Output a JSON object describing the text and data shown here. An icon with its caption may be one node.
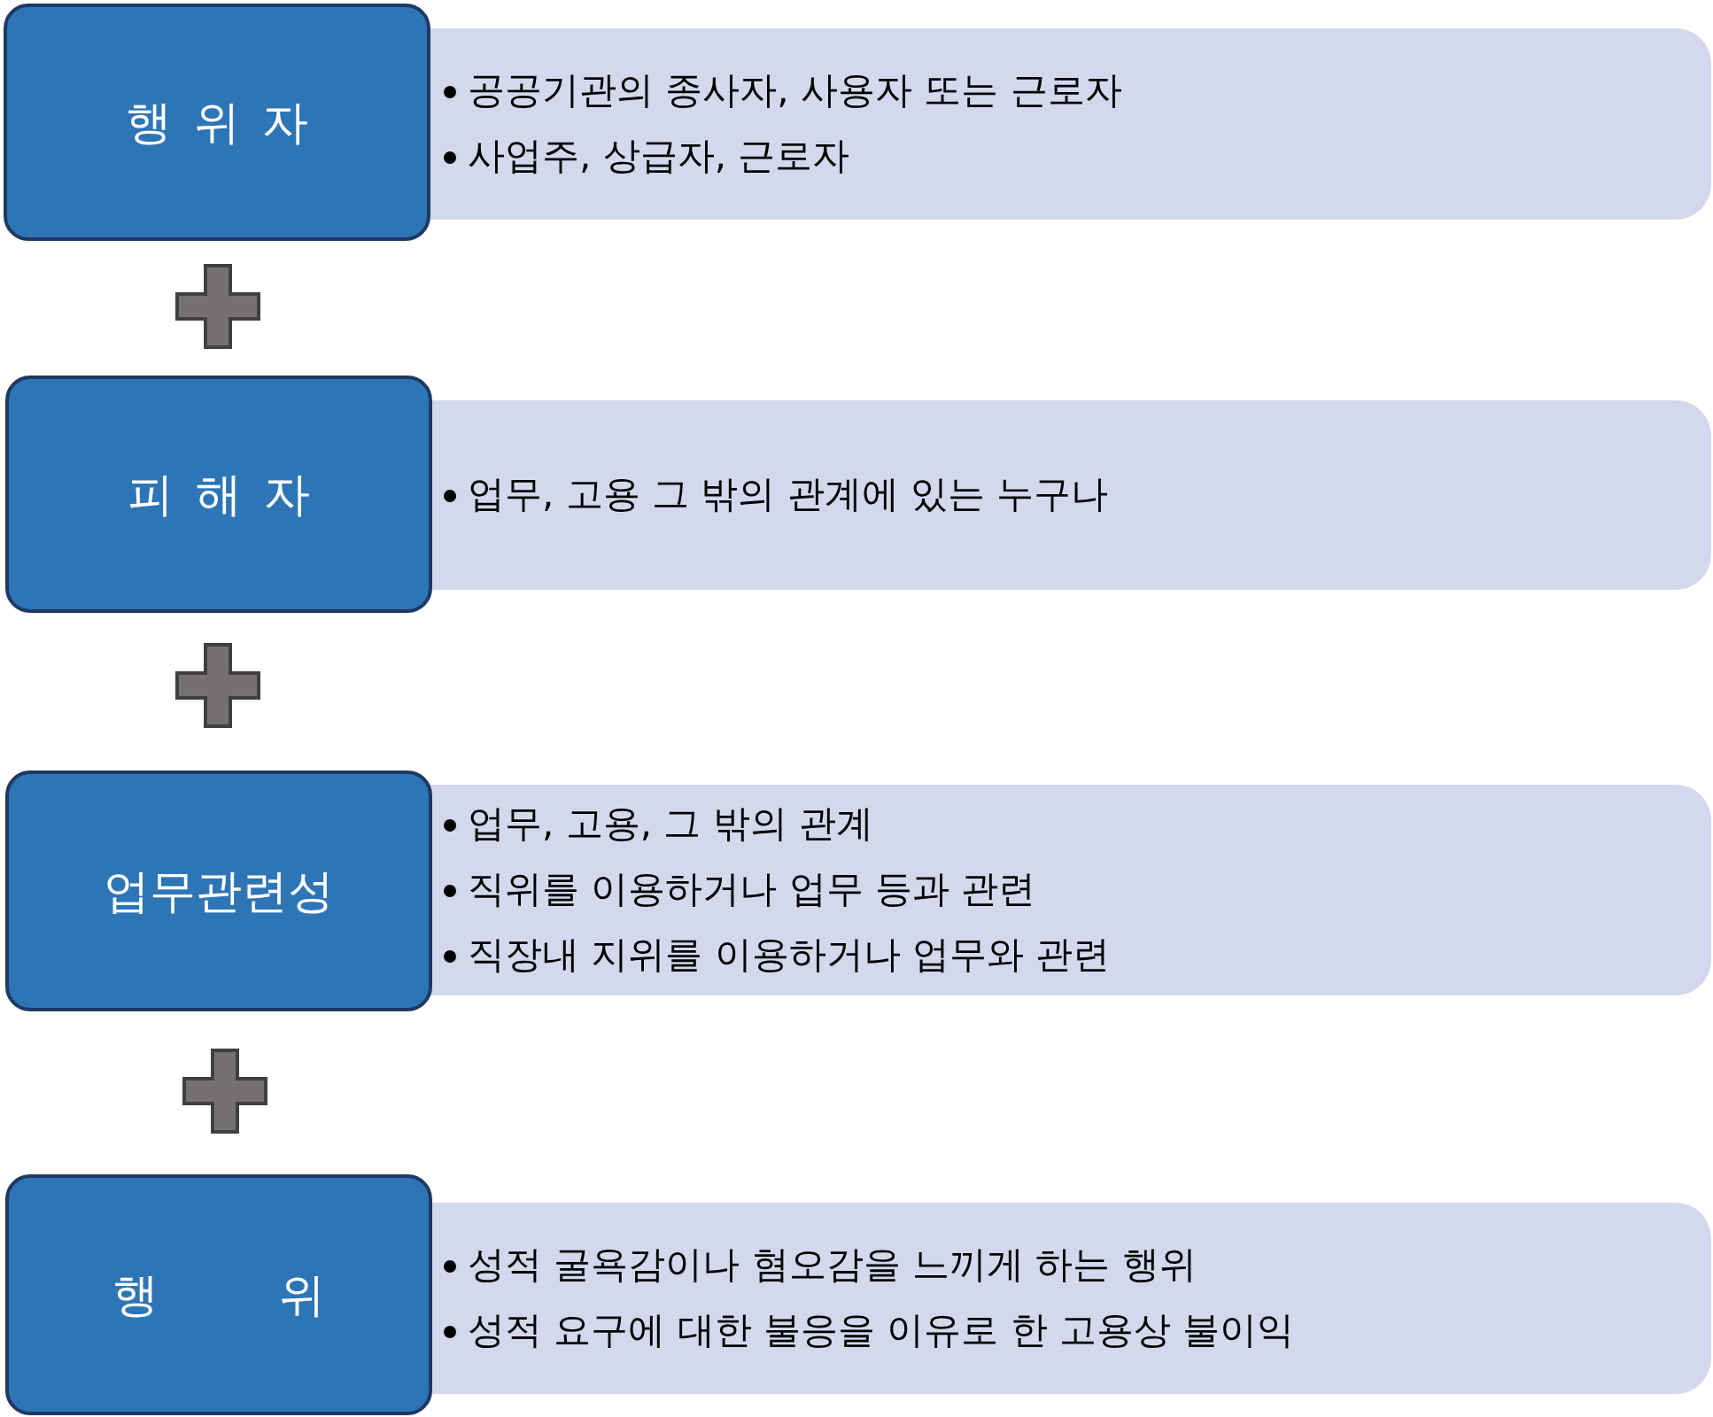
{
  "diagram": {
    "nodes": [
      {
        "text": [
          "행 위 자"
        ]
      },
      {
        "text": [
          "공공기관의 종사자, 사용자 또는 근로자",
          "사업주, 상급자, 근로자"
        ]
      },
      {
        "text": [
          "피 해 자"
        ]
      },
      {
        "text": [
          "업무, 고용 그 밖의 관계에 있는 누구나"
        ]
      },
      {
        "text": [
          "업무관련성"
        ]
      },
      {
        "text": [
          "업무, 고용, 그 밖의 관계",
          "직위를 이용하거나 업무 등과 관련",
          "직장내 지위를 이용하거나 업무와 관련"
        ]
      },
      {
        "text": [
          "행 위"
        ]
      },
      {
        "text": [
          "성적 굴욕감이나 혐오감을 느끼게 하는 행위",
          "성적 요구에 대한 불응을 이유로 한 고용상 불이익"
        ]
      }
    ]
  }
}
